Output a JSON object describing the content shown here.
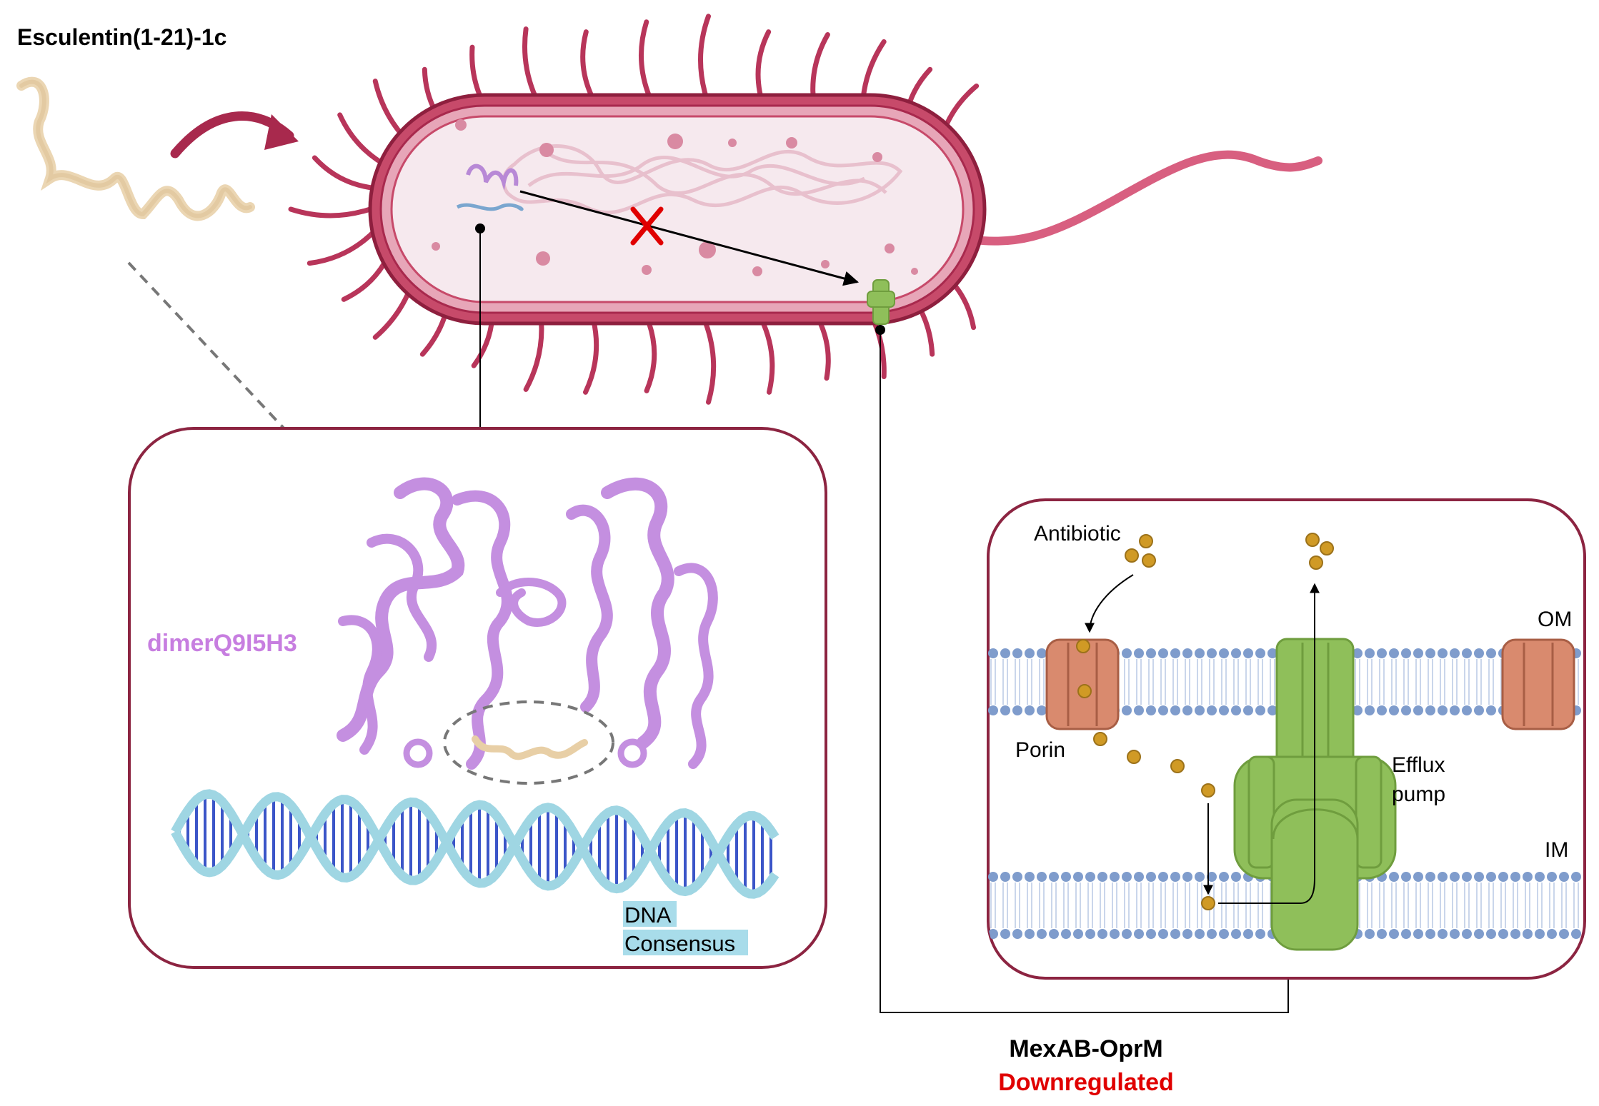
{
  "peptide": {
    "name": "Esculentin(1-21)-1c"
  },
  "protein_panel": {
    "protein_label": "dimerQ9I5H3",
    "dna_label_line1": "DNA",
    "dna_label_line2": "Consensus"
  },
  "membrane_panel": {
    "antibiotic": "Antibiotic",
    "porin": "Porin",
    "efflux_line1": "Efflux",
    "efflux_line2": "pump",
    "om": "OM",
    "im": "IM"
  },
  "result": {
    "target": "MexAB-OprM",
    "status": "Downregulated"
  },
  "colors": {
    "peptide": "#e8cfa6",
    "bacterium_wall": "#c74a6a",
    "bacterium_outline": "#8e1f3e",
    "cytoplasm": "#f6e9ee",
    "protein": "#c48fe0",
    "protein_text": "#c77ee0",
    "dna": "#9fd6e3",
    "dna_bases": "#3b55c8",
    "panel_border": "#8c2441",
    "membrane_head": "#7f9ccc",
    "porin": "#d98a6e",
    "efflux": "#8fbf5a",
    "antibiotic": "#d09a25",
    "downregulated": "#e00000"
  }
}
